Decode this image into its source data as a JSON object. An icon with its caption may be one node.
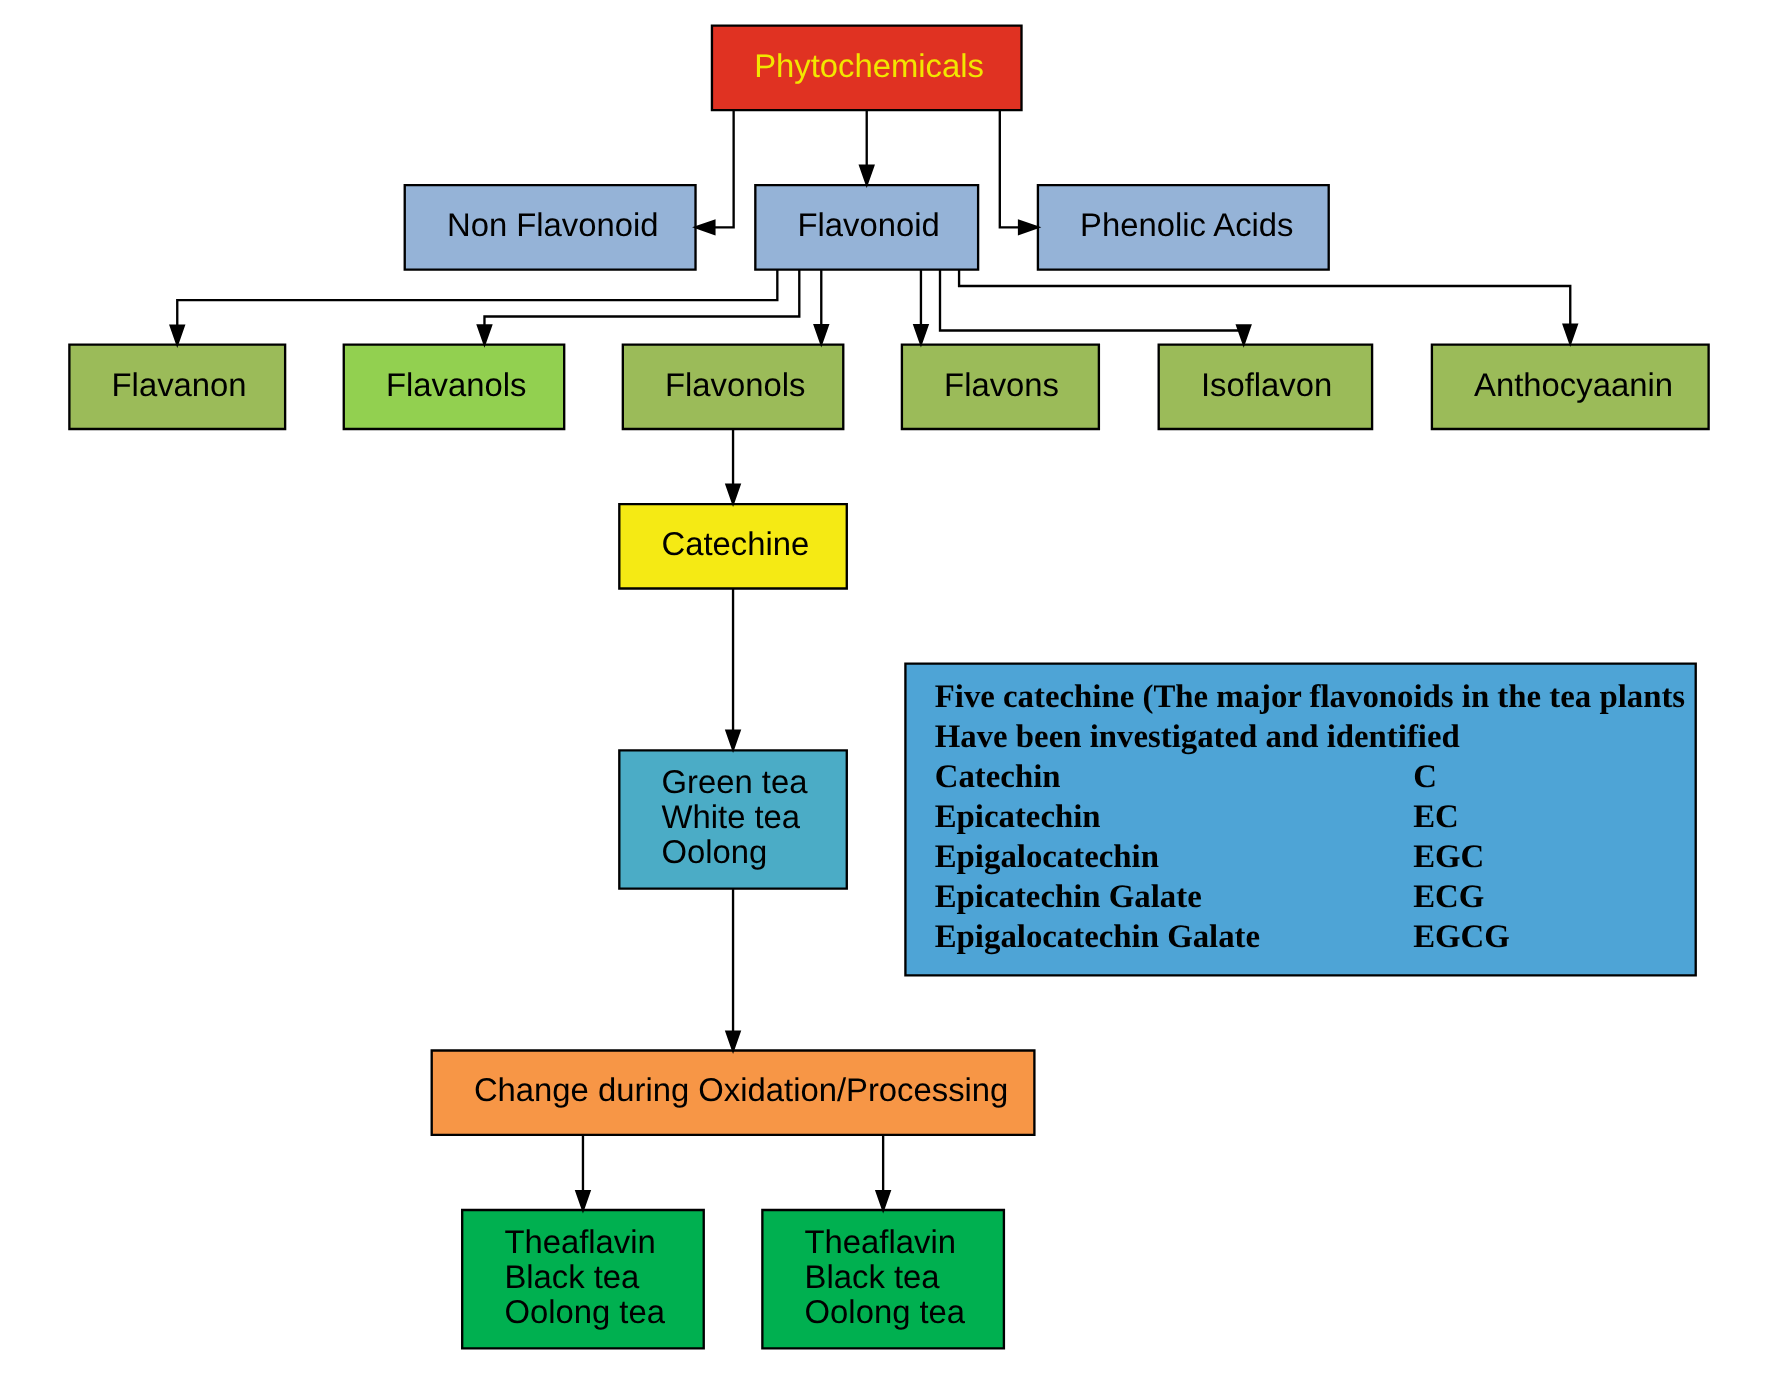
{
  "diagram": {
    "nodes": [
      {
        "text": [
          "Phytochemicals"
        ]
      },
      {
        "text": [
          "Non Flavonoid"
        ]
      },
      {
        "text": [
          "Flavonoid"
        ]
      },
      {
        "text": [
          "Phenolic Acids"
        ]
      },
      {
        "text": [
          "Flavanon"
        ]
      },
      {
        "text": [
          "Flavanols"
        ]
      },
      {
        "text": [
          "Flavonols"
        ]
      },
      {
        "text": [
          "Flavons"
        ]
      },
      {
        "text": [
          "Isoflavon"
        ]
      },
      {
        "text": [
          "Anthocyaanin"
        ]
      },
      {
        "text": [
          "Catechine"
        ]
      },
      {
        "text": [
          "Green tea",
          "White tea",
          "Oolong"
        ]
      },
      {
        "text": [
          "Change during Oxidation/Processing"
        ]
      },
      {
        "text": [
          "Theaflavin",
          "Black tea",
          "Oolong tea"
        ]
      },
      {
        "text": [
          "Theaflavin",
          "Black tea",
          "Oolong tea"
        ]
      },
      {
        "text": [
          "Five catechine (The major flavonoids in the tea plants",
          "Have been investigated and identified",
          "Catechin",
          "C",
          "Epicatechin",
          "EC",
          "Epigalocatechin",
          "EGC",
          "Epicatechin Galate",
          "ECG",
          "Epigalocatechin Galate",
          "EGCG"
        ]
      }
    ],
    "edges": [
      {
        "from": 0,
        "to": 1,
        "arrow": "to"
      },
      {
        "from": 0,
        "to": 2,
        "arrow": "to"
      },
      {
        "from": 0,
        "to": 3,
        "arrow": "to"
      },
      {
        "from": 2,
        "to": 4,
        "arrow": "to"
      },
      {
        "from": 2,
        "to": 5,
        "arrow": "to"
      },
      {
        "from": 2,
        "to": 6,
        "arrow": "to"
      },
      {
        "from": 2,
        "to": 7,
        "arrow": "to"
      },
      {
        "from": 2,
        "to": 8,
        "arrow": "to"
      },
      {
        "from": 2,
        "to": 9,
        "arrow": "to"
      },
      {
        "from": 6,
        "to": 10,
        "arrow": "to"
      },
      {
        "from": 10,
        "to": 11,
        "arrow": "to"
      },
      {
        "from": 11,
        "to": 12,
        "arrow": "to"
      },
      {
        "from": 12,
        "to": 13,
        "arrow": "to"
      },
      {
        "from": 12,
        "to": 14,
        "arrow": "to"
      }
    ]
  }
}
